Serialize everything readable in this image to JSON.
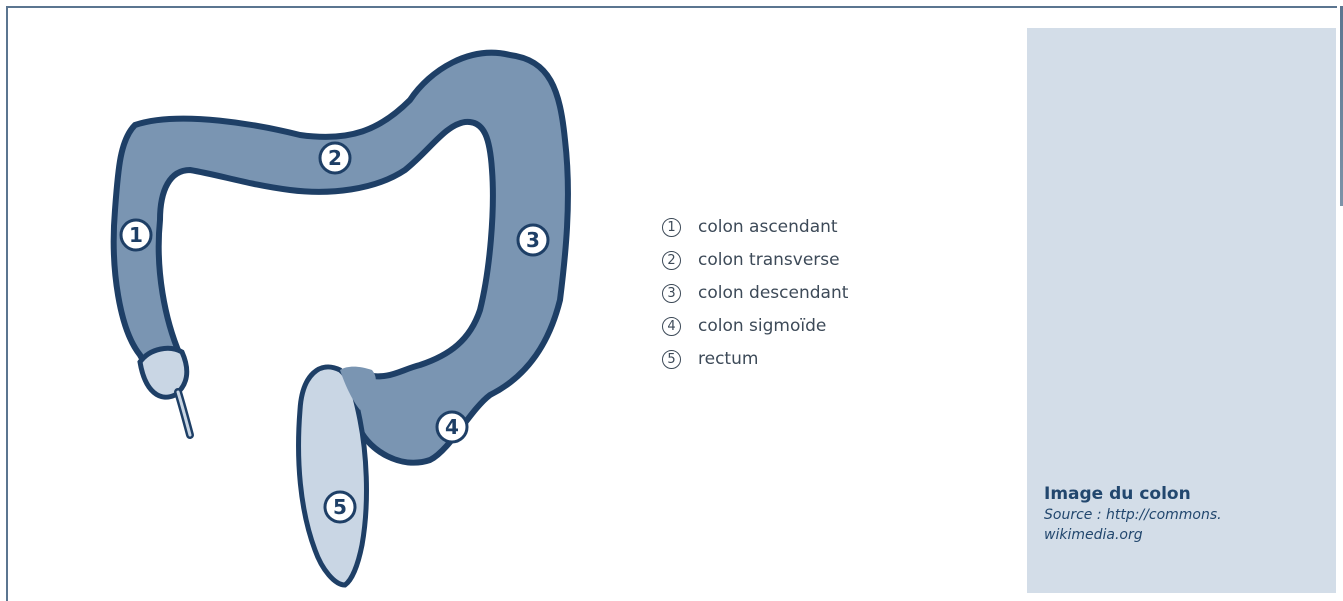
{
  "diagram": {
    "markers": [
      "1",
      "2",
      "3",
      "4",
      "5"
    ]
  },
  "legend": {
    "items": [
      {
        "number": "1",
        "label": "colon ascendant"
      },
      {
        "number": "2",
        "label": "colon transverse"
      },
      {
        "number": "3",
        "label": "colon descendant"
      },
      {
        "number": "4",
        "label": "colon sigmoïde"
      },
      {
        "number": "5",
        "label": "rectum"
      }
    ]
  },
  "sidebar": {
    "title": "Image du colon",
    "source_line1": "Source : http://commons.",
    "source_line2": "wikimedia.org"
  },
  "colors": {
    "colon": "#7a95b2",
    "colon_outline": "#1e3f66",
    "rectum": "#c9d6e4",
    "sidebar_bg": "#d3dde8",
    "caption_text": "#22476e"
  }
}
